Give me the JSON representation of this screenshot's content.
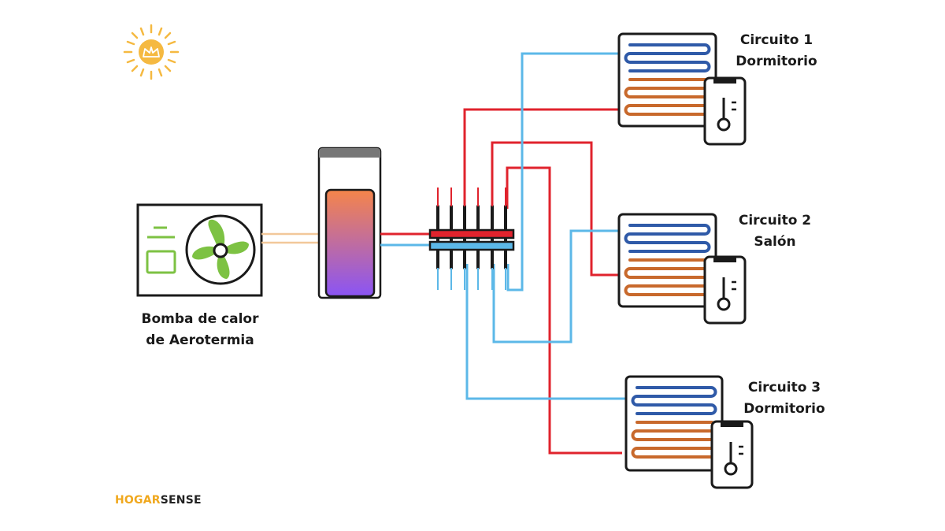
{
  "heat_pump": {
    "label_line1": "Bomba de calor",
    "label_line2": "de Aerotermia"
  },
  "circuits": [
    {
      "title": "Circuito 1",
      "room": "Dormitorio"
    },
    {
      "title": "Circuito 2",
      "room": "Salón"
    },
    {
      "title": "Circuito 3",
      "room": "Dormitorio"
    }
  ],
  "brand": {
    "part1": "HOGAR",
    "part2": "SENSE"
  },
  "colors": {
    "hot": "#e0232d",
    "cold": "#5cb8e8",
    "coil_cold": "#2f5aa8",
    "coil_hot": "#c8692c",
    "green": "#7dc243",
    "sun": "#f5b941",
    "brand_accent": "#f0a81e"
  },
  "icons": [
    "sun-icon",
    "fan-icon",
    "thermostat-icon"
  ]
}
